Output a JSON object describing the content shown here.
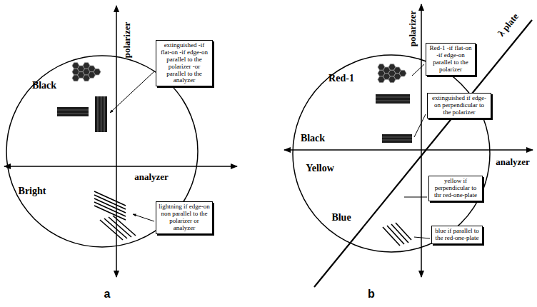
{
  "diagram": {
    "nodes": [
      {
        "text": [
          "extinguished -if flat-on -if edge-on parallel to the polarizer -or parallel to the analyzer"
        ]
      },
      {
        "text": [
          "lightning if edge-on non parallel to the polarizer or analyzer"
        ]
      },
      {
        "text": [
          "Red-1 -if flat-on -if edge-on parallel to the polarizer"
        ]
      },
      {
        "text": [
          "extinguished if edge-on perpendicular to the polarizer"
        ]
      },
      {
        "text": [
          "yellow if perpendicular to thr red-one-plate"
        ]
      },
      {
        "text": [
          "blue if parallel to the red-one-plate"
        ]
      }
    ],
    "labels": [
      "polarizer",
      "analyzer",
      "Black",
      "Bright",
      "a",
      "polarizer",
      "analyzer",
      "λ plate",
      "Red-1",
      "Black",
      "Yellow",
      "Blue",
      "b"
    ]
  }
}
